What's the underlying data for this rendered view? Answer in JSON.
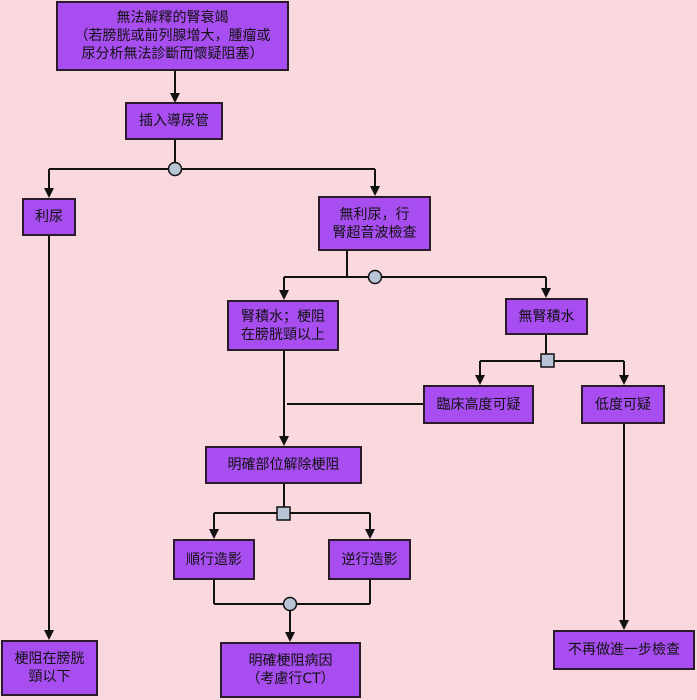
{
  "colors": {
    "background": "#f9d8de",
    "box_fill": "#a84ef0",
    "circle_junction": "#b9c4d6",
    "square_junction": "#b9c4d6"
  },
  "nodes": {
    "unexplained_failure": "無法解釋的腎衰竭\n（若膀胱或前列腺增大，腫瘤或\n尿分析無法診斷而懷疑阻塞）",
    "insert_catheter": "插入導尿管",
    "diuresis": "利尿",
    "no_diuresis_ultrasound": "無利尿，行\n腎超音波檢查",
    "hydronephrosis_obstruction": "腎積水；梗阻\n在膀胱頸以上",
    "no_hydronephrosis": "無腎積水",
    "high_clinical_suspicion": "臨床高度可疑",
    "low_suspicion": "低度可疑",
    "locate_relieve_obstruction": "明確部位解除梗阻",
    "antegrade_imaging": "順行造影",
    "retrograde_imaging": "逆行造影",
    "determine_cause": "明確梗阻病因\n（考慮行CT）",
    "obstruction_below_bladder_neck": "梗阻在膀胱\n頸以下",
    "no_further_workup": "不再做進一步檢查"
  }
}
